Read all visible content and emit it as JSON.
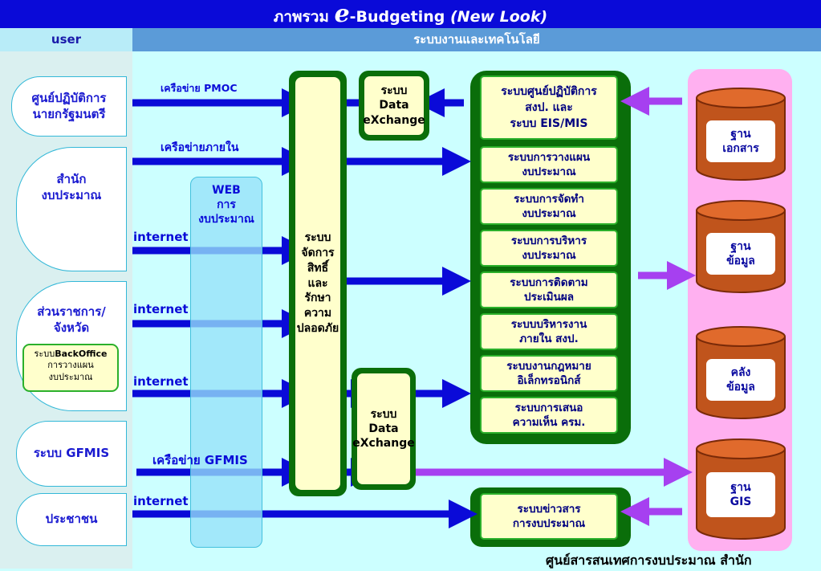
{
  "header": {
    "title_prefix": "ภาพรวม ",
    "title_e": "e",
    "title_main": "-Budgeting ",
    "title_italic": "(New Look)",
    "col_user": "user",
    "col_systems": "ระบบงานและเทคโนโลยี"
  },
  "users": [
    {
      "label": "ศูนย์ปฏิบัติการ\nนายกรัฐมนตรี"
    },
    {
      "label": "สำนัก\nงบประมาณ"
    },
    {
      "label": "ส่วนราชการ/\nจังหวัด"
    },
    {
      "label": "ระบบ GFMIS"
    },
    {
      "label": "ประชาชน"
    }
  ],
  "backoffice": {
    "prefix": "ระบบ",
    "bold": "BackOffice",
    "rest": "การวางแผน\nงบประมาณ"
  },
  "networks": {
    "pmoc": "เครือข่าย PMOC",
    "internal": "เครือข่ายภายใน",
    "internet_1": "internet",
    "internet_2": "internet",
    "internet_3": "internet",
    "gfmis": "เครือข่าย GFMIS",
    "internet_4": "internet"
  },
  "web": {
    "label": "WEB\nการ\nงบประมาณ"
  },
  "security": {
    "label": "ระบบ\nจัดการ\nสิทธิ์\nและ\nรักษา\nความ\nปลอดภัย"
  },
  "dx_top": {
    "label": "ระบบ\nData\neXchange"
  },
  "dx_bottom": {
    "label": "ระบบ\nData\neXchange"
  },
  "systems": [
    {
      "label": "ระบบศูนย์ปฏิบัติการ\nสงป. และ\nระบบ EIS/MIS"
    },
    {
      "label": "ระบบการวางแผน\nงบประมาณ"
    },
    {
      "label": "ระบบการจัดทำ\nงบประมาณ"
    },
    {
      "label": "ระบบการบริหาร\nงบประมาณ"
    },
    {
      "label": "ระบบการติดตาม\nประเมินผล"
    },
    {
      "label": "ระบบบริหารงาน\nภายใน สงป."
    },
    {
      "label": "ระบบงานกฎหมาย\nอิเล็กทรอนิกส์"
    },
    {
      "label": "ระบบการเสนอ\nความเห็น ครม."
    }
  ],
  "news_system": {
    "label": "ระบบข่าวสาร\nการงบประมาณ"
  },
  "databases": [
    {
      "label": "ฐาน\nเอกสาร"
    },
    {
      "label": "ฐาน\nข้อมูล"
    },
    {
      "label": "คลัง\nข้อมูล"
    },
    {
      "label": "ฐาน\nGIS"
    }
  ],
  "footer": "ศูนย์สารสนเทศการงบประมาณ  สำนัก"
}
